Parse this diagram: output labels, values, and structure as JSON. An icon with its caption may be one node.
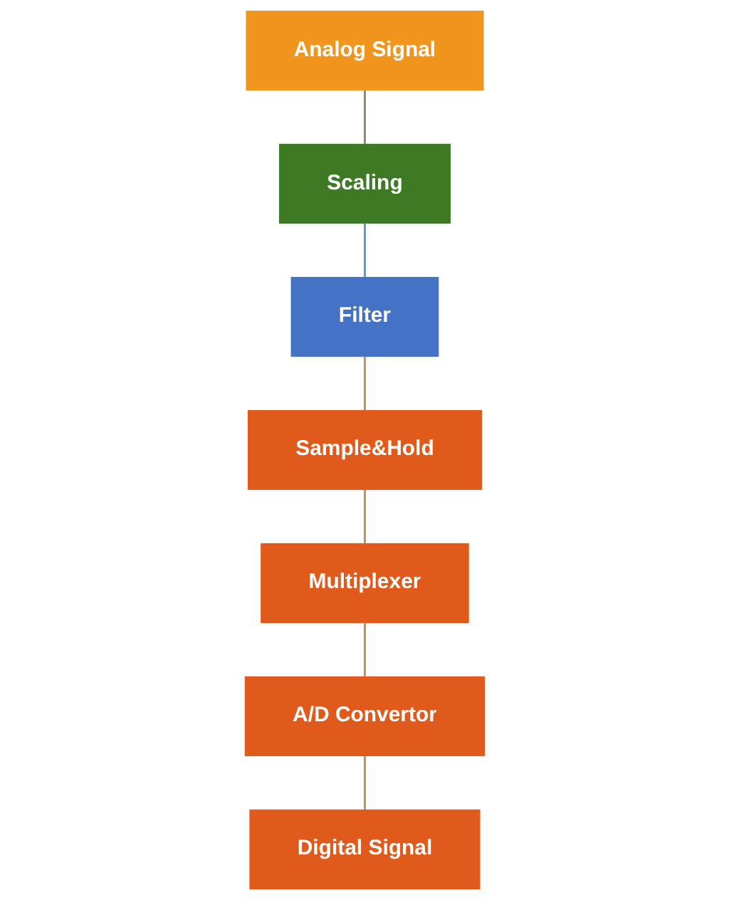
{
  "diagram": {
    "nodes": [
      {
        "text": [
          "Analog Signal"
        ]
      },
      {
        "text": [
          "Scaling"
        ]
      },
      {
        "text": [
          "Filter"
        ]
      },
      {
        "text": [
          "Sample&Hold"
        ]
      },
      {
        "text": [
          "Multiplexer"
        ]
      },
      {
        "text": [
          "A/D Convertor"
        ]
      },
      {
        "text": [
          "Digital Signal"
        ]
      }
    ],
    "edges": [
      {
        "from": 0,
        "to": 1,
        "arrow": "none",
        "color": "#7a8a6a"
      },
      {
        "from": 1,
        "to": 2,
        "arrow": "none",
        "color": "#5b8fd0"
      },
      {
        "from": 2,
        "to": 3,
        "arrow": "none"
      },
      {
        "from": 3,
        "to": 4,
        "arrow": "none"
      },
      {
        "from": 4,
        "to": 5,
        "arrow": "none"
      },
      {
        "from": 5,
        "to": 6,
        "arrow": "none"
      }
    ]
  }
}
